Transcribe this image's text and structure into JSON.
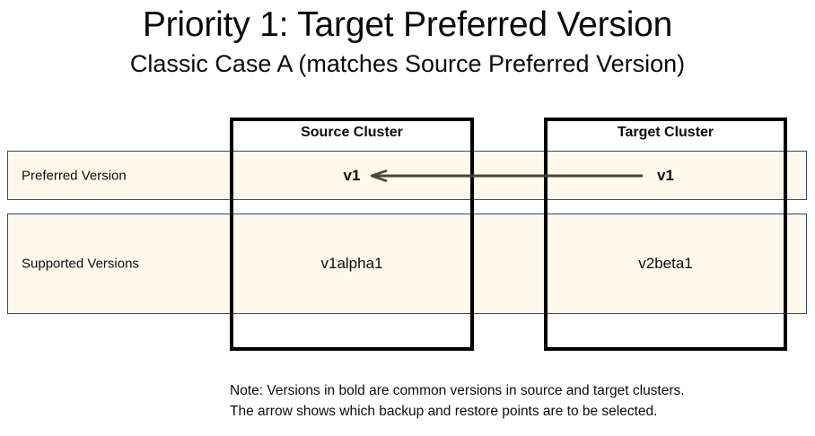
{
  "slide": {
    "title": "Priority 1: Target Preferred Version",
    "subtitle": "Classic Case A (matches Source Preferred Version)"
  },
  "colors": {
    "row_fill": "#fdf9ed",
    "row_border": "#2e4c7e",
    "box_border": "#000000",
    "arrow": "#4a4438",
    "text": "#0d0d0d"
  },
  "table": {
    "columns": [
      {
        "key": "source",
        "header": "Source Cluster"
      },
      {
        "key": "target",
        "header": "Target Cluster"
      }
    ],
    "rows": [
      {
        "key": "preferred",
        "label": "Preferred Version",
        "source_value": "v1",
        "source_bold": true,
        "target_value": "v1",
        "target_bold": true
      },
      {
        "key": "supported",
        "label": "Supported Versions",
        "source_value": "v1alpha1",
        "source_bold": false,
        "target_value": "v2beta1",
        "target_bold": false
      }
    ]
  },
  "arrow": {
    "direction": "right-to-left",
    "from_label": "v1",
    "to_label": "v1",
    "description": "arrow from Target Cluster preferred version to Source Cluster preferred version"
  },
  "note": {
    "line1": "Note: Versions in bold are common versions in source and target clusters.",
    "line2": "The arrow shows which backup and restore points are to be selected."
  }
}
